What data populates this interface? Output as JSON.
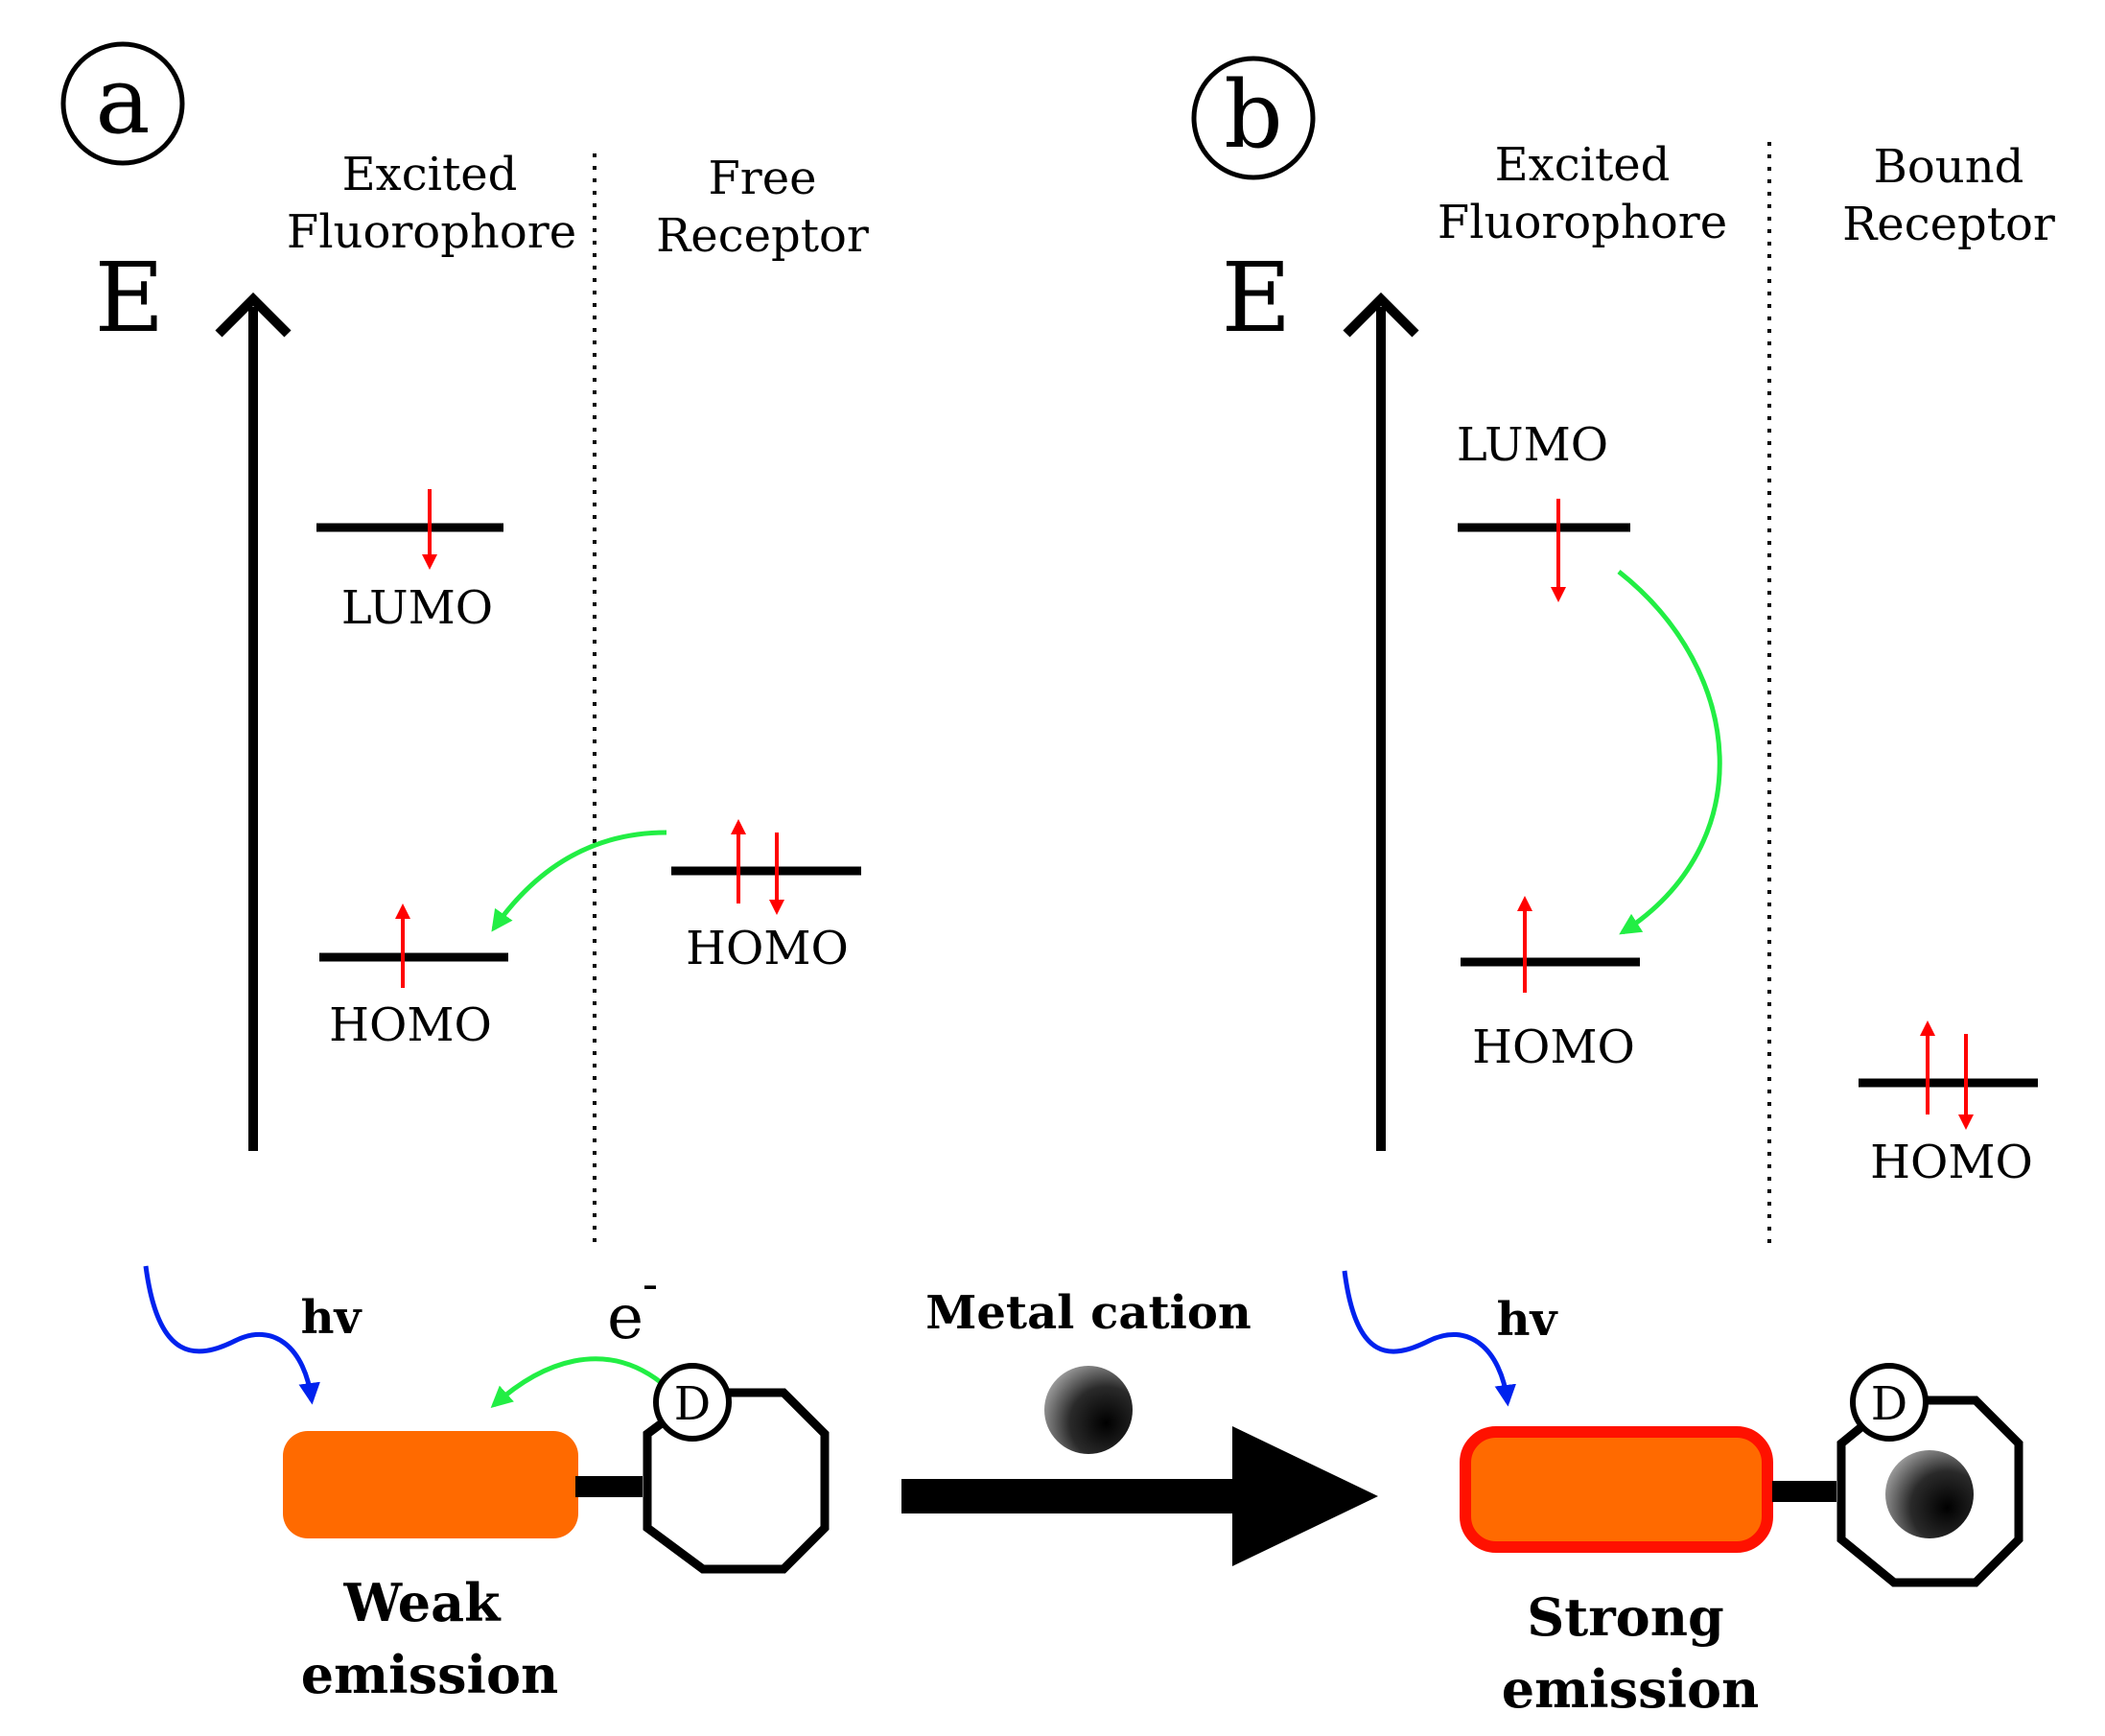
{
  "colors": {
    "electron": "#ff0000",
    "transfer": "#22ee44",
    "photon": "#0022ee",
    "fluorophore": "#ff6a00",
    "fluorophore_border": "#ff1100",
    "line": "#000000"
  },
  "panel_a": {
    "label": "a",
    "energy_label": "E",
    "col1_line1": "Excited",
    "col1_line2": "Fluorophore",
    "col2_line1": "Free",
    "col2_line2": "Receptor",
    "lumo": "LUMO",
    "homo": "HOMO",
    "receptor_homo": "HOMO",
    "hv": "hv",
    "electron_label": "e",
    "electron_charge": "-",
    "donor": "D",
    "emission_line1": "Weak",
    "emission_line2": "emission"
  },
  "panel_b": {
    "label": "b",
    "energy_label": "E",
    "col1_line1": "Excited",
    "col1_line2": "Fluorophore",
    "col2_line1": "Bound",
    "col2_line2": "Receptor",
    "lumo": "LUMO",
    "homo": "HOMO",
    "receptor_homo": "HOMO",
    "hv": "hv",
    "donor": "D",
    "emission_line1": "Strong",
    "emission_line2": "emission"
  },
  "middle": {
    "metal_cation": "Metal cation"
  }
}
